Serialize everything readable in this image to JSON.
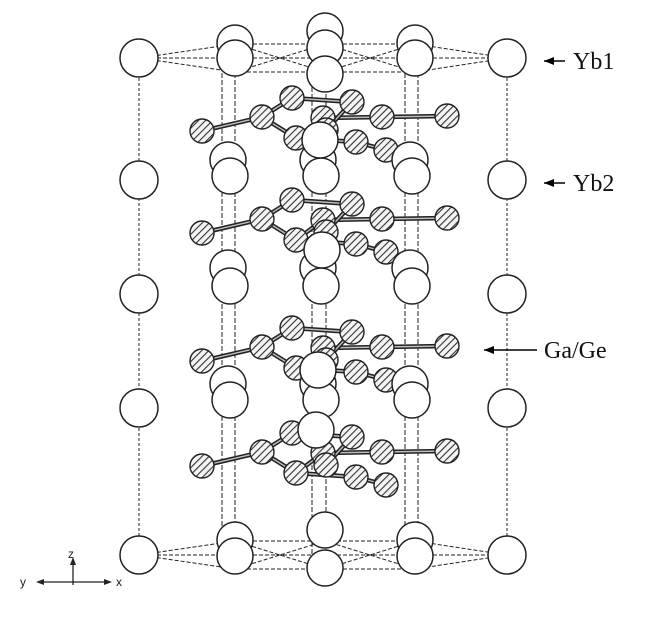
{
  "labels": {
    "yb1": "Yb1",
    "yb2": "Yb2",
    "gage": "Ga/Ge"
  },
  "axes": {
    "z": "z",
    "y": "y",
    "x": "x"
  },
  "colors": {
    "line": "#222222",
    "atom_fill": "#ffffff",
    "hatch": "#333333"
  }
}
